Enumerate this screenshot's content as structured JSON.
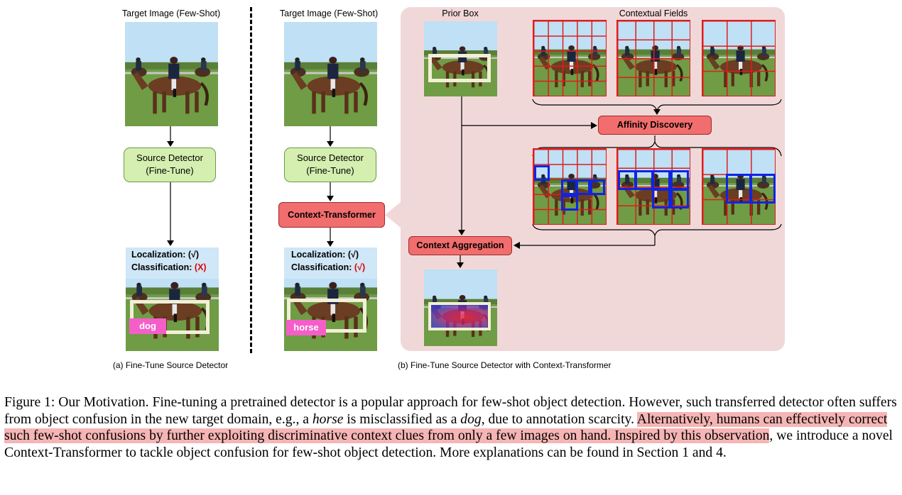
{
  "panel_a": {
    "target_label": "Target Image (Few-Shot)",
    "source_detector_line1": "Source Detector",
    "source_detector_line2": "(Fine-Tune)",
    "localization_text": "Localization: ",
    "localization_mark": "(√)",
    "classification_text": "Classification: ",
    "classification_mark": "(X)",
    "predicted_class": "dog",
    "caption": "(a) Fine-Tune Source Detector"
  },
  "panel_b": {
    "target_label": "Target Image (Few-Shot)",
    "source_detector_line1": "Source Detector",
    "source_detector_line2": "(Fine-Tune)",
    "context_transformer": "Context-Transformer",
    "localization_text": "Localization: ",
    "localization_mark": "(√)",
    "classification_text": "Classification: ",
    "classification_mark": "(√)",
    "predicted_class": "horse",
    "prior_box_label": "Prior Box",
    "contextual_fields_label": "Contextual Fields",
    "affinity_discovery": "Affinity Discovery",
    "context_aggregation": "Context Aggregation",
    "caption": "(b) Fine-Tune Source Detector with Context-Transformer"
  },
  "colors": {
    "green_box": "#d4efb0",
    "red_box": "#f26d6d",
    "panel_bg": "#f1d8d8",
    "highlight": "#f6b5b5",
    "label_pink": "#f55ec8",
    "grid_red": "#e11b1b",
    "affinity_blue": "#1024e0",
    "mark_red": "#e00000"
  },
  "figure_caption": {
    "part1": "Figure 1: Our Motivation. Fine-tuning a pretrained detector is a popular approach for few-shot object detection. However, such transferred detector often suffers from object confusion in the new target domain, e.g., a ",
    "horse": "horse",
    "part2": " is misclassified as a ",
    "dog": "dog",
    "part3": ", due to annotation scarcity. ",
    "highlighted": "Alternatively, humans can effectively correct such few-shot confusions by further exploiting discriminative context clues from only a few images on hand. Inspired by this observation",
    "part4": ", we introduce a novel Context-Transformer to tackle object confusion for few-shot object detection. More explanations can be found in Section 1 and 4."
  }
}
